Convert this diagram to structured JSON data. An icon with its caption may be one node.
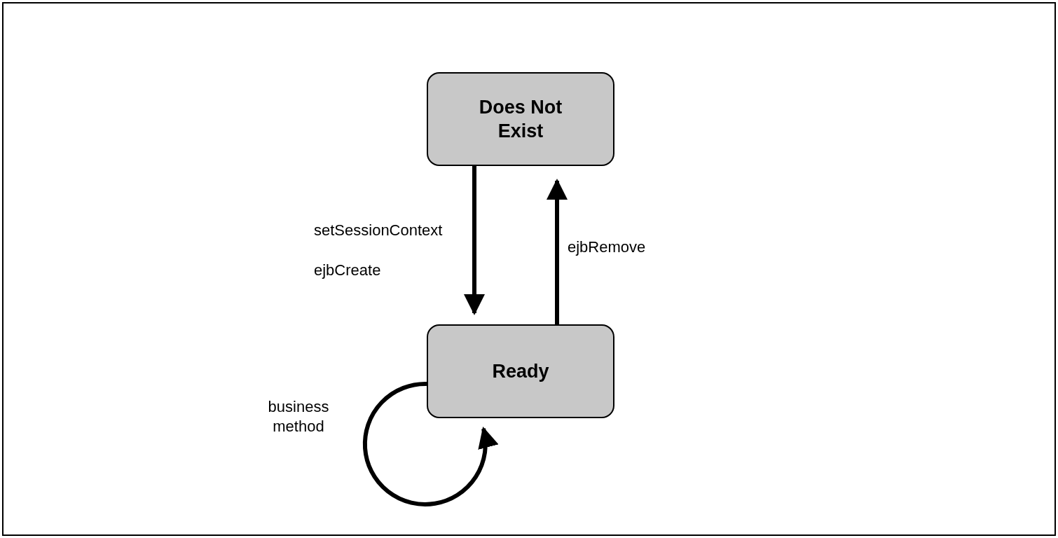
{
  "diagram": {
    "nodes": [
      {
        "text": [
          "Does Not Exist"
        ]
      },
      {
        "text": [
          "Ready"
        ]
      }
    ],
    "edges": [
      {
        "from": 0,
        "to": 1,
        "arrow": "to",
        "label": "setSessionContext ejbCreate"
      },
      {
        "from": 1,
        "to": 0,
        "arrow": "to",
        "label": "ejbRemove"
      },
      {
        "from": 1,
        "to": 1,
        "arrow": "to",
        "label": "business method"
      }
    ]
  }
}
